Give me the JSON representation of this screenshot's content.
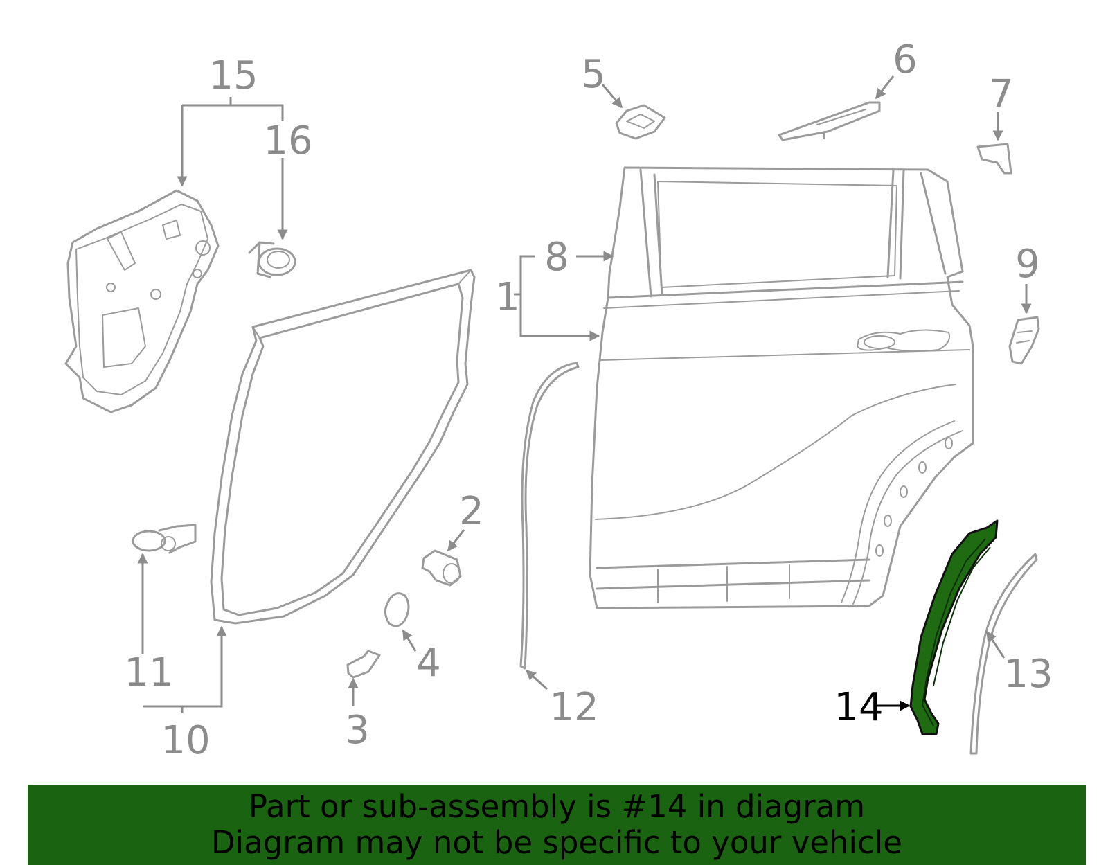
{
  "callouts": {
    "c1": "1",
    "c2": "2",
    "c3": "3",
    "c4": "4",
    "c5": "5",
    "c6": "6",
    "c7": "7",
    "c8": "8",
    "c9": "9",
    "c10": "10",
    "c11": "11",
    "c12": "12",
    "c13": "13",
    "c14": "14",
    "c15": "15",
    "c16": "16"
  },
  "highlighted_part": "14",
  "colors": {
    "highlight_fill": "#1f6b12",
    "banner_background": "#1a6411",
    "part_outline": "#9b9b9b"
  },
  "banner": {
    "line1": "Part or sub-assembly is #14 in diagram",
    "line2": "Diagram may not be specific to your vehicle"
  }
}
